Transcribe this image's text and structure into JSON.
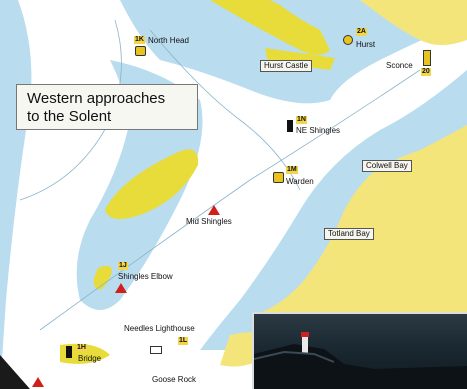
{
  "title": {
    "line1": "Western approaches",
    "line2": "to the Solent"
  },
  "places": {
    "north_head": "North Head",
    "hurst": "Hurst",
    "hurst_castle": "Hurst Castle",
    "sconce": "Sconce",
    "ne_shingles": "NE Shingles",
    "warden": "Warden",
    "colwell_bay": "Colwell Bay",
    "totland_bay": "Totland Bay",
    "mid_shingles": "Mid Shingles",
    "shingles_elbow": "Shingles Elbow",
    "needles_lighthouse": "Needles Lighthouse",
    "bridge": "Bridge",
    "goose_rock": "Goose Rock"
  },
  "codes": {
    "north_head": "1K",
    "hurst": "2A",
    "sconce": "20",
    "ne_shingles": "1N",
    "warden": "1M",
    "shingles_elbow": "1J",
    "needles": "1L",
    "bridge": "1H"
  },
  "colors": {
    "deep_water": "#ffffff",
    "shallow_water": "#b9dcef",
    "sandbank": "#e8dc3a",
    "land": "#f4e57a",
    "buoy_red": "#d0201a",
    "buoy_green": "#2d8c2d",
    "buoy_yellow": "#e8c21e"
  },
  "icons": {
    "red_buoy": "red-buoy-icon",
    "green_buoy": "green-buoy-icon",
    "yellow_marker": "yellow-marker-icon",
    "lighthouse": "lighthouse-icon"
  }
}
